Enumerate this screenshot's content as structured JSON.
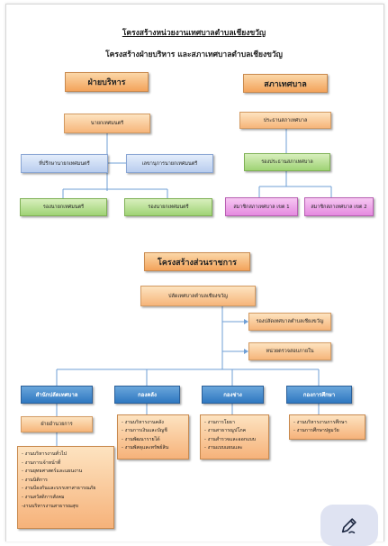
{
  "title_main": "โครงสร้างหน่วยงานเทศบาลตำบลเชียงขวัญ",
  "title_sub": "โครงสร้างฝ่ายบริหาร และสภาเทศบาลตำบลเชียงขวัญ",
  "executive": {
    "header": "ฝ่ายบริหาร",
    "mayor": "นายกเทศมนตรี",
    "advisor": "ที่ปรึกษานายกเทศมนตรี",
    "secretary": "เลขานุการนายกเทศมนตรี",
    "deputy_1": "รองนายกเทศมนตรี",
    "deputy_2": "รองนายกเทศมนตรี"
  },
  "council": {
    "header": "สภาเทศบาล",
    "president": "ประธานสภาเทศบาล",
    "vice_president": "รองประธานสภาเทศบาล",
    "member_1": "สมาชิกสภาเทศบาล เขต 1",
    "member_2": "สมาชิกสภาเทศบาล เขต 2"
  },
  "agency": {
    "header": "โครงสร้างส่วนราชการ",
    "clerk": "ปลัดเทศบาลตำบลเชียงขวัญ",
    "deputy_clerk": "รองปลัดเทศบาลตำบลเชียงขวัญ",
    "audit": "หน่วยตรวจสอบภายใน",
    "departments": [
      {
        "name": "สำนักปลัดเทศบาล"
      },
      {
        "name": "กองคลัง"
      },
      {
        "name": "กองช่าง"
      },
      {
        "name": "กองการศึกษา"
      }
    ],
    "admin_section": "ฝ่ายอำนวยการ",
    "clerk_office_tasks": [
      "- งานบริหารงานทั่วไป",
      "- งานการเจ้าหน้าที่",
      "- งานยุทธศาสตร์และแผนงาน",
      "- งานนิติการ",
      "- งานป้องกันและบรรเทาสาธารณภัย",
      "- งานสวัสดิการสังคม",
      "-งานบริหารงานสาธารณสุข"
    ],
    "finance_tasks": [
      "- งานบริหารงานคลัง",
      "- งานการเงินและบัญชี",
      "- งานพัฒนารายได้",
      "- งานพัสดุและทรัพย์สิน"
    ],
    "engineering_tasks": [
      "- งานการโยธา",
      "- งานสาธารณูปโภค",
      "- งานสำรวจและออกแบบ",
      "- งานแบบแผนและ"
    ],
    "education_tasks": [
      "- งานบริหารงานการศึกษา",
      "- งานการศึกษาปฐมวัย"
    ]
  },
  "colors": {
    "header_orange": "#f3a35b",
    "green": "#9fd375",
    "blue_department": "#2f78c1",
    "pink": "#e58ae0",
    "connector": "#6f9fd6"
  },
  "icons": {
    "fab": "edit-pen-icon"
  }
}
